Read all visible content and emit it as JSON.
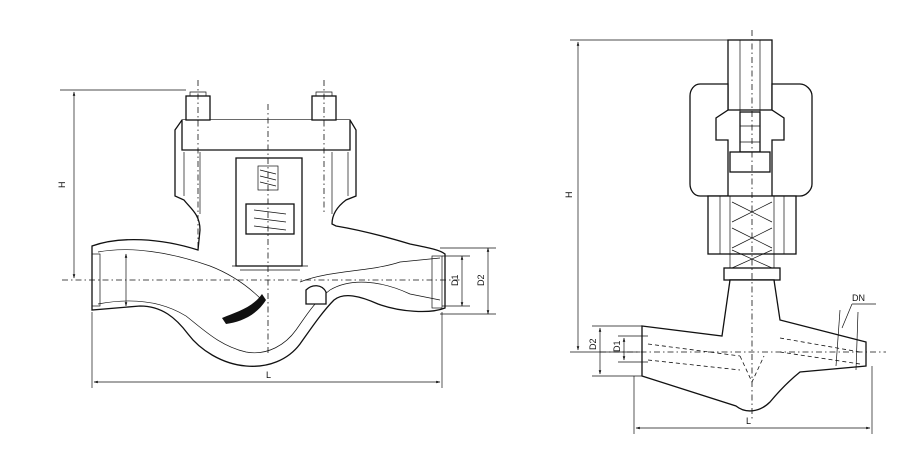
{
  "left_view": {
    "dim_h": "H",
    "dim_d1": "D1",
    "dim_d2": "D2",
    "dim_l": "L"
  },
  "right_view": {
    "dim_h": "H",
    "dim_d1": "D1",
    "dim_d2": "D2",
    "dim_l": "L",
    "dim_dn": "DN"
  }
}
